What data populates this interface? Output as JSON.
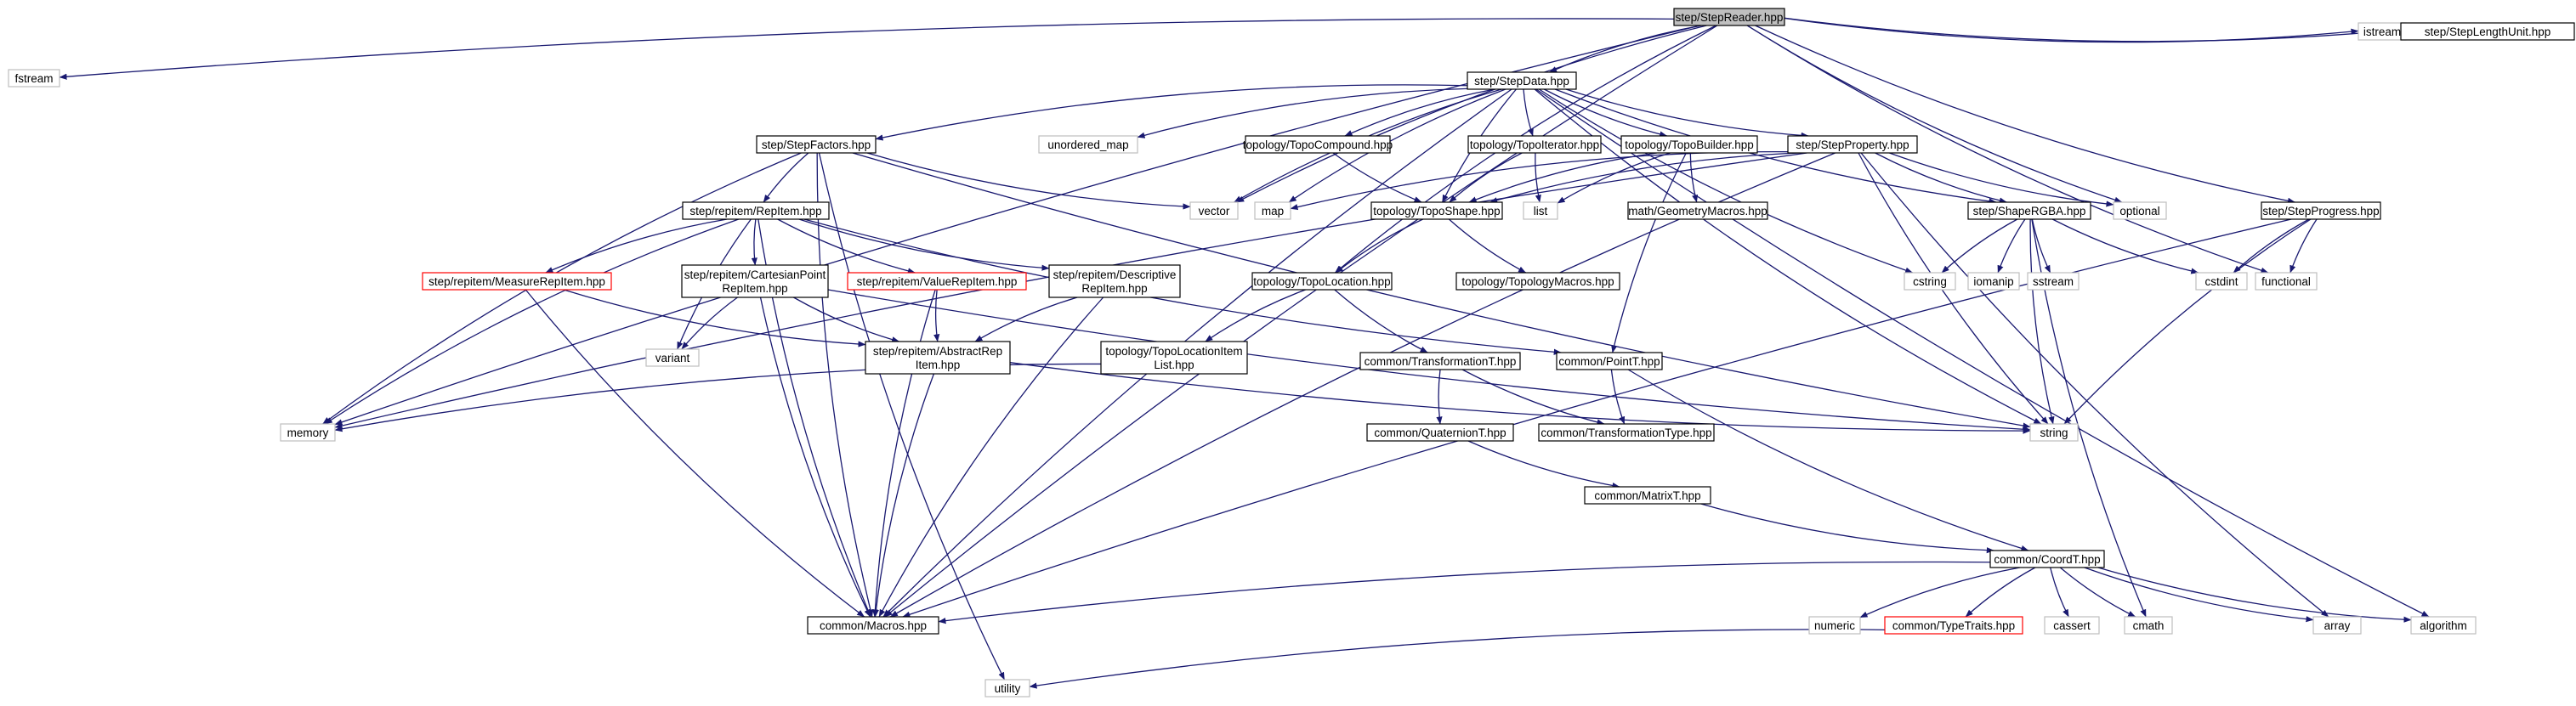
{
  "colors": {
    "edge": "#191970",
    "root_fill": "#bfbfbf",
    "node_border": "#000000",
    "external_border": "#bfbfbf",
    "missing_border": "#ff0000",
    "text": "#000000"
  },
  "nodes": [
    {
      "id": "n_stepreader",
      "label": [
        "step/StepReader.hpp"
      ],
      "kind": "root"
    },
    {
      "id": "n_fstream",
      "label": [
        "fstream"
      ],
      "kind": "external"
    },
    {
      "id": "n_istream",
      "label": [
        "istream"
      ],
      "kind": "external"
    },
    {
      "id": "n_steplengthunit",
      "label": [
        "step/StepLengthUnit.hpp"
      ],
      "kind": "file"
    },
    {
      "id": "n_stepdata",
      "label": [
        "step/StepData.hpp"
      ],
      "kind": "file"
    },
    {
      "id": "n_stepfactors",
      "label": [
        "step/StepFactors.hpp"
      ],
      "kind": "file"
    },
    {
      "id": "n_unordered_map",
      "label": [
        "unordered_map"
      ],
      "kind": "external"
    },
    {
      "id": "n_topocompound",
      "label": [
        "topology/TopoCompound.hpp"
      ],
      "kind": "file"
    },
    {
      "id": "n_topoiterator",
      "label": [
        "topology/TopoIterator.hpp"
      ],
      "kind": "file"
    },
    {
      "id": "n_topobuilder",
      "label": [
        "topology/TopoBuilder.hpp"
      ],
      "kind": "file"
    },
    {
      "id": "n_stepproperty",
      "label": [
        "step/StepProperty.hpp"
      ],
      "kind": "file"
    },
    {
      "id": "n_vector",
      "label": [
        "vector"
      ],
      "kind": "external"
    },
    {
      "id": "n_map",
      "label": [
        "map"
      ],
      "kind": "external"
    },
    {
      "id": "n_toposhape",
      "label": [
        "topology/TopoShape.hpp"
      ],
      "kind": "file"
    },
    {
      "id": "n_list",
      "label": [
        "list"
      ],
      "kind": "external"
    },
    {
      "id": "n_geometrymacros",
      "label": [
        "math/GeometryMacros.hpp"
      ],
      "kind": "file"
    },
    {
      "id": "n_shapergba",
      "label": [
        "step/ShapeRGBA.hpp"
      ],
      "kind": "file"
    },
    {
      "id": "n_optional",
      "label": [
        "optional"
      ],
      "kind": "external"
    },
    {
      "id": "n_stepprogress",
      "label": [
        "step/StepProgress.hpp"
      ],
      "kind": "file"
    },
    {
      "id": "n_repitem",
      "label": [
        "step/repitem/RepItem.hpp"
      ],
      "kind": "file"
    },
    {
      "id": "n_measurerepitem",
      "label": [
        "step/repitem/MeasureRepItem.hpp"
      ],
      "kind": "missing"
    },
    {
      "id": "n_cartesianpoint",
      "label": [
        "step/repitem/CartesianPoint",
        "RepItem.hpp"
      ],
      "kind": "file"
    },
    {
      "id": "n_valuerepitem",
      "label": [
        "step/repitem/ValueRepItem.hpp"
      ],
      "kind": "missing"
    },
    {
      "id": "n_descriptive",
      "label": [
        "step/repitem/Descriptive",
        "RepItem.hpp"
      ],
      "kind": "file"
    },
    {
      "id": "n_topolocation",
      "label": [
        "topology/TopoLocation.hpp"
      ],
      "kind": "file"
    },
    {
      "id": "n_topologymacros",
      "label": [
        "topology/TopologyMacros.hpp"
      ],
      "kind": "file"
    },
    {
      "id": "n_cstring",
      "label": [
        "cstring"
      ],
      "kind": "external"
    },
    {
      "id": "n_iomanip",
      "label": [
        "iomanip"
      ],
      "kind": "external"
    },
    {
      "id": "n_sstream",
      "label": [
        "sstream"
      ],
      "kind": "external"
    },
    {
      "id": "n_cstdint",
      "label": [
        "cstdint"
      ],
      "kind": "external"
    },
    {
      "id": "n_functional",
      "label": [
        "functional"
      ],
      "kind": "external"
    },
    {
      "id": "n_variant",
      "label": [
        "variant"
      ],
      "kind": "external"
    },
    {
      "id": "n_abstractrepitem",
      "label": [
        "step/repitem/AbstractRep",
        "Item.hpp"
      ],
      "kind": "file"
    },
    {
      "id": "n_topolocationitemlist",
      "label": [
        "topology/TopoLocationItem",
        "List.hpp"
      ],
      "kind": "file"
    },
    {
      "id": "n_transformationt",
      "label": [
        "common/TransformationT.hpp"
      ],
      "kind": "file"
    },
    {
      "id": "n_pointt",
      "label": [
        "common/PointT.hpp"
      ],
      "kind": "file"
    },
    {
      "id": "n_memory",
      "label": [
        "memory"
      ],
      "kind": "external"
    },
    {
      "id": "n_string",
      "label": [
        "string"
      ],
      "kind": "external"
    },
    {
      "id": "n_quaterniont",
      "label": [
        "common/QuaternionT.hpp"
      ],
      "kind": "file"
    },
    {
      "id": "n_transformationtype",
      "label": [
        "common/TransformationType.hpp"
      ],
      "kind": "file"
    },
    {
      "id": "n_matrixt",
      "label": [
        "common/MatrixT.hpp"
      ],
      "kind": "file"
    },
    {
      "id": "n_coordt",
      "label": [
        "common/CoordT.hpp"
      ],
      "kind": "file"
    },
    {
      "id": "n_macros",
      "label": [
        "common/Macros.hpp"
      ],
      "kind": "file"
    },
    {
      "id": "n_numeric",
      "label": [
        "numeric"
      ],
      "kind": "external"
    },
    {
      "id": "n_typetraits",
      "label": [
        "common/TypeTraits.hpp"
      ],
      "kind": "missing"
    },
    {
      "id": "n_cassert",
      "label": [
        "cassert"
      ],
      "kind": "external"
    },
    {
      "id": "n_cmath",
      "label": [
        "cmath"
      ],
      "kind": "external"
    },
    {
      "id": "n_array",
      "label": [
        "array"
      ],
      "kind": "external"
    },
    {
      "id": "n_algorithm",
      "label": [
        "algorithm"
      ],
      "kind": "external"
    },
    {
      "id": "n_utility",
      "label": [
        "utility"
      ],
      "kind": "external"
    }
  ],
  "edges": [
    [
      "n_stepreader",
      "n_fstream"
    ],
    [
      "n_stepreader",
      "n_istream"
    ],
    [
      "n_stepreader",
      "n_steplengthunit"
    ],
    [
      "n_stepreader",
      "n_stepdata"
    ],
    [
      "n_stepreader",
      "n_stepprogress"
    ],
    [
      "n_stepreader",
      "n_macros"
    ],
    [
      "n_stepreader",
      "n_memory"
    ],
    [
      "n_stepreader",
      "n_optional"
    ],
    [
      "n_stepreader",
      "n_functional"
    ],
    [
      "n_stepreader",
      "n_vector"
    ],
    [
      "n_stepreader",
      "n_topolocation"
    ],
    [
      "n_stepdata",
      "n_stepfactors"
    ],
    [
      "n_stepdata",
      "n_unordered_map"
    ],
    [
      "n_stepdata",
      "n_topocompound"
    ],
    [
      "n_stepdata",
      "n_topoiterator"
    ],
    [
      "n_stepdata",
      "n_topobuilder"
    ],
    [
      "n_stepdata",
      "n_stepproperty"
    ],
    [
      "n_stepdata",
      "n_shapergba"
    ],
    [
      "n_stepdata",
      "n_vector"
    ],
    [
      "n_stepdata",
      "n_map"
    ],
    [
      "n_stepdata",
      "n_toposhape"
    ],
    [
      "n_stepdata",
      "n_string"
    ],
    [
      "n_stepdata",
      "n_cstring"
    ],
    [
      "n_stepdata",
      "n_algorithm"
    ],
    [
      "n_stepdata",
      "n_macros"
    ],
    [
      "n_stepfactors",
      "n_repitem"
    ],
    [
      "n_stepfactors",
      "n_vector"
    ],
    [
      "n_stepfactors",
      "n_memory"
    ],
    [
      "n_stepfactors",
      "n_macros"
    ],
    [
      "n_stepfactors",
      "n_utility"
    ],
    [
      "n_stepfactors",
      "n_string"
    ],
    [
      "n_topocompound",
      "n_toposhape"
    ],
    [
      "n_topoiterator",
      "n_toposhape"
    ],
    [
      "n_topoiterator",
      "n_list"
    ],
    [
      "n_topobuilder",
      "n_toposhape"
    ],
    [
      "n_topobuilder",
      "n_geometrymacros"
    ],
    [
      "n_topobuilder",
      "n_list"
    ],
    [
      "n_topobuilder",
      "n_pointt"
    ],
    [
      "n_stepproperty",
      "n_toposhape"
    ],
    [
      "n_stepproperty",
      "n_shapergba"
    ],
    [
      "n_stepproperty",
      "n_optional"
    ],
    [
      "n_stepproperty",
      "n_map"
    ],
    [
      "n_stepproperty",
      "n_memory"
    ],
    [
      "n_stepproperty",
      "n_string"
    ],
    [
      "n_stepproperty",
      "n_macros"
    ],
    [
      "n_stepproperty",
      "n_array"
    ],
    [
      "n_toposhape",
      "n_topolocation"
    ],
    [
      "n_toposhape",
      "n_topologymacros"
    ],
    [
      "n_shapergba",
      "n_cstring"
    ],
    [
      "n_shapergba",
      "n_iomanip"
    ],
    [
      "n_shapergba",
      "n_sstream"
    ],
    [
      "n_shapergba",
      "n_cstdint"
    ],
    [
      "n_shapergba",
      "n_string"
    ],
    [
      "n_shapergba",
      "n_cmath"
    ],
    [
      "n_stepprogress",
      "n_cstdint"
    ],
    [
      "n_stepprogress",
      "n_functional"
    ],
    [
      "n_stepprogress",
      "n_string"
    ],
    [
      "n_stepprogress",
      "n_macros"
    ],
    [
      "n_repitem",
      "n_measurerepitem"
    ],
    [
      "n_repitem",
      "n_cartesianpoint"
    ],
    [
      "n_repitem",
      "n_valuerepitem"
    ],
    [
      "n_repitem",
      "n_descriptive"
    ],
    [
      "n_repitem",
      "n_variant"
    ],
    [
      "n_repitem",
      "n_memory"
    ],
    [
      "n_repitem",
      "n_macros"
    ],
    [
      "n_repitem",
      "n_pointt"
    ],
    [
      "n_measurerepitem",
      "n_abstractrepitem"
    ],
    [
      "n_measurerepitem",
      "n_macros"
    ],
    [
      "n_cartesianpoint",
      "n_abstractrepitem"
    ],
    [
      "n_cartesianpoint",
      "n_variant"
    ],
    [
      "n_cartesianpoint",
      "n_macros"
    ],
    [
      "n_cartesianpoint",
      "n_string"
    ],
    [
      "n_valuerepitem",
      "n_abstractrepitem"
    ],
    [
      "n_valuerepitem",
      "n_macros"
    ],
    [
      "n_descriptive",
      "n_abstractrepitem"
    ],
    [
      "n_descriptive",
      "n_macros"
    ],
    [
      "n_abstractrepitem",
      "n_macros"
    ],
    [
      "n_abstractrepitem",
      "n_string"
    ],
    [
      "n_topolocation",
      "n_topolocationitemlist"
    ],
    [
      "n_topolocation",
      "n_transformationt"
    ],
    [
      "n_topolocationitemlist",
      "n_memory"
    ],
    [
      "n_transformationt",
      "n_quaterniont"
    ],
    [
      "n_transformationt",
      "n_transformationtype"
    ],
    [
      "n_pointt",
      "n_transformationtype"
    ],
    [
      "n_pointt",
      "n_coordt"
    ],
    [
      "n_quaterniont",
      "n_matrixt"
    ],
    [
      "n_matrixt",
      "n_coordt"
    ],
    [
      "n_coordt",
      "n_macros"
    ],
    [
      "n_coordt",
      "n_numeric"
    ],
    [
      "n_coordt",
      "n_typetraits"
    ],
    [
      "n_coordt",
      "n_cassert"
    ],
    [
      "n_coordt",
      "n_cmath"
    ],
    [
      "n_coordt",
      "n_array"
    ],
    [
      "n_coordt",
      "n_algorithm"
    ],
    [
      "n_typetraits",
      "n_utility"
    ]
  ]
}
